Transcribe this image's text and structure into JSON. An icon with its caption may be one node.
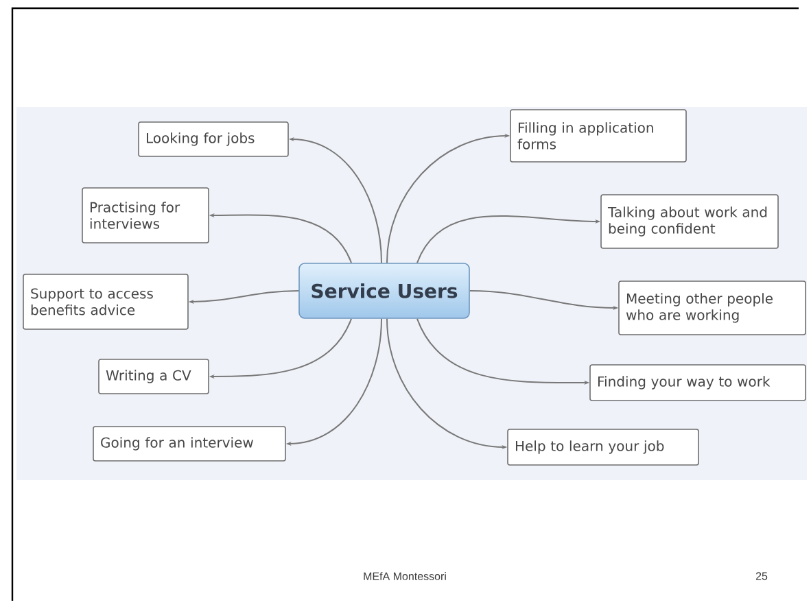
{
  "diagram": {
    "nodes": [
      {
        "text": [
          "Service Users"
        ]
      },
      {
        "text": [
          "Looking for jobs"
        ]
      },
      {
        "text": [
          "Practising for interviews"
        ]
      },
      {
        "text": [
          "Support to access benefits advice"
        ]
      },
      {
        "text": [
          "Writing a CV"
        ]
      },
      {
        "text": [
          "Going for an interview"
        ]
      },
      {
        "text": [
          "Filling in application forms"
        ]
      },
      {
        "text": [
          "Talking about work and being confident"
        ]
      },
      {
        "text": [
          "Meeting other people who are working"
        ]
      },
      {
        "text": [
          "Finding your way to work"
        ]
      },
      {
        "text": [
          "Help to learn your job"
        ]
      }
    ],
    "edges": [
      {
        "from": 0,
        "to": 1,
        "arrow": "to"
      },
      {
        "from": 0,
        "to": 2,
        "arrow": "to"
      },
      {
        "from": 0,
        "to": 3,
        "arrow": "to"
      },
      {
        "from": 0,
        "to": 4,
        "arrow": "to"
      },
      {
        "from": 0,
        "to": 5,
        "arrow": "to"
      },
      {
        "from": 0,
        "to": 6,
        "arrow": "to"
      },
      {
        "from": 0,
        "to": 7,
        "arrow": "to"
      },
      {
        "from": 0,
        "to": 8,
        "arrow": "to"
      },
      {
        "from": 0,
        "to": 9,
        "arrow": "to"
      },
      {
        "from": 0,
        "to": 10,
        "arrow": "to"
      }
    ],
    "labels": [
      "MEfA Montessori",
      "25"
    ]
  }
}
